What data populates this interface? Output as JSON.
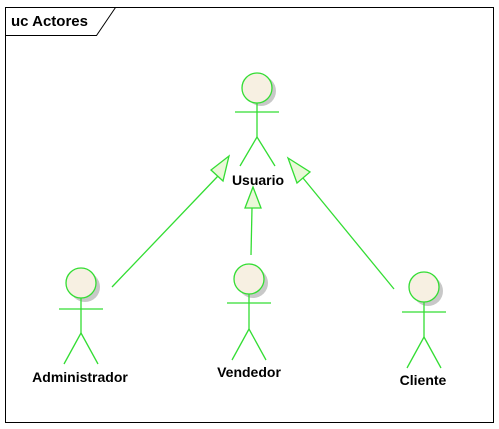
{
  "diagram": {
    "type": "uml-use-case",
    "frame_title": "uc Actores",
    "actors": {
      "usuario": {
        "name": "Usuario"
      },
      "administrador": {
        "name": "Administrador"
      },
      "vendedor": {
        "name": "Vendedor"
      },
      "cliente": {
        "name": "Cliente"
      }
    },
    "generalizations": [
      {
        "from": "Administrador",
        "to": "Usuario"
      },
      {
        "from": "Vendedor",
        "to": "Usuario"
      },
      {
        "from": "Cliente",
        "to": "Usuario"
      }
    ],
    "colors": {
      "actor_stroke": "#33dd33",
      "actor_head_fill": "#f7f0e2",
      "arrow_fill": "#eaf8d8",
      "frame": "#000000"
    }
  }
}
